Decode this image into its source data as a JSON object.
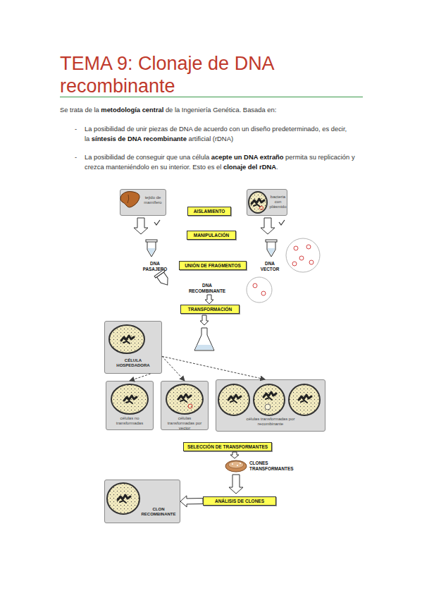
{
  "diagram": {
    "title": "TEMA 9: Clonaje de DNA recombinante",
    "nodes": [
      {
        "text": [
          "tejido de mamífero"
        ]
      },
      {
        "text": [
          "AISLAMIENTO"
        ]
      },
      {
        "text": [
          "bacteria con plásmido"
        ]
      },
      {
        "text": [
          "MANIPULACIÓN"
        ]
      },
      {
        "text": [
          "UNIÓN DE FRAGMENTOS"
        ]
      },
      {
        "text": [
          "TRANSFORMACIÓN"
        ]
      },
      {
        "text": [
          "CÉLULA HOSPEDADORA"
        ]
      },
      {
        "text": [
          "células no transformadas"
        ]
      },
      {
        "text": [
          "células transformadas por vector"
        ]
      },
      {
        "text": [
          "células transformadas por recombinante"
        ]
      },
      {
        "text": [
          "SELECCIÓN DE TRANSFORMANTES"
        ]
      },
      {
        "text": [
          "CLON RECOMBINANTE"
        ]
      },
      {
        "text": [
          "ANÁLISIS DE CLONES"
        ]
      }
    ],
    "edges": [
      {
        "from": 6,
        "to": 7,
        "arrow": "to"
      },
      {
        "from": 6,
        "to": 8,
        "arrow": "to"
      },
      {
        "from": 6,
        "to": 9,
        "arrow": "to"
      },
      {
        "from": 12,
        "to": 11,
        "arrow": "to"
      }
    ],
    "labels": [
      "Se trata de la",
      "metodología central",
      "de la Ingeniería Genética. Basada en:",
      "-",
      "La posibilidad de unir piezas de DNA de acuerdo con un diseño predeterminado, es decir, la",
      "síntesis de DNA recombinante",
      "artificial (rDNA)",
      "-",
      "La posibilidad de conseguir que una célula",
      "acepte un DNA extraño",
      "permita su replicación y crezca manteniéndolo en su interior. Esto es el",
      "clonaje del rDNA",
      ".",
      "DNA PASAJERO",
      "DNA VECTOR",
      "DNA RECOMBINANTE",
      "CLONES TRANSFORMANTES"
    ]
  }
}
